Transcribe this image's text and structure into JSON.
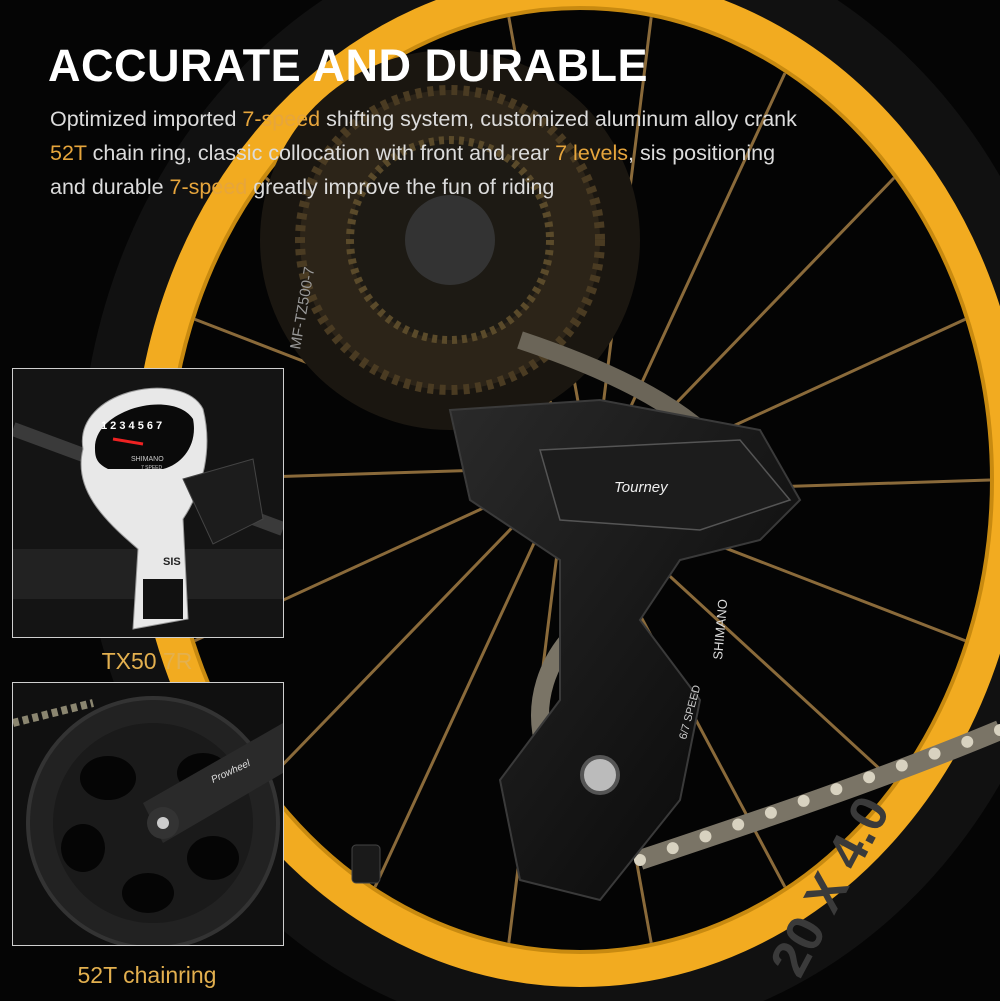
{
  "headline": "ACCURATE AND DURABLE",
  "description": {
    "line1": [
      {
        "t": "Optimized imported "
      },
      {
        "t": "7-speed",
        "hl": true
      },
      {
        "t": " shifting system, customized aluminum alloy crank"
      }
    ],
    "line2": [
      {
        "t": "52T",
        "hl": true
      },
      {
        "t": " chain ring, classic collocation with front and rear "
      },
      {
        "t": "7 levels",
        "hl": true
      },
      {
        "t": ", sis positioning"
      }
    ],
    "line3": [
      {
        "t": "and durable "
      },
      {
        "t": "7-speed",
        "hl": true
      },
      {
        "t": " greatly improve the fun of riding"
      }
    ]
  },
  "insets": {
    "shifter": {
      "caption": "TX50 7R",
      "dial_numbers": [
        "1",
        "2",
        "3",
        "4",
        "5",
        "6",
        "7"
      ],
      "brand": "SHIMANO",
      "sub": "7 SPEED",
      "badge": "SIS"
    },
    "chainring": {
      "caption": "52T chainring",
      "crank_logo": "Prowheel"
    }
  },
  "main_image": {
    "derailleur_label": "Tourney",
    "derailleur_brand": "SHIMANO",
    "derailleur_speed": "6/7 SPEED",
    "cassette_label": "MF-TZ500-7",
    "tire_label": "20 X 4.0"
  },
  "colors": {
    "accent": "#e6a53c",
    "rim": "#f0a81c",
    "background": "#050505"
  }
}
